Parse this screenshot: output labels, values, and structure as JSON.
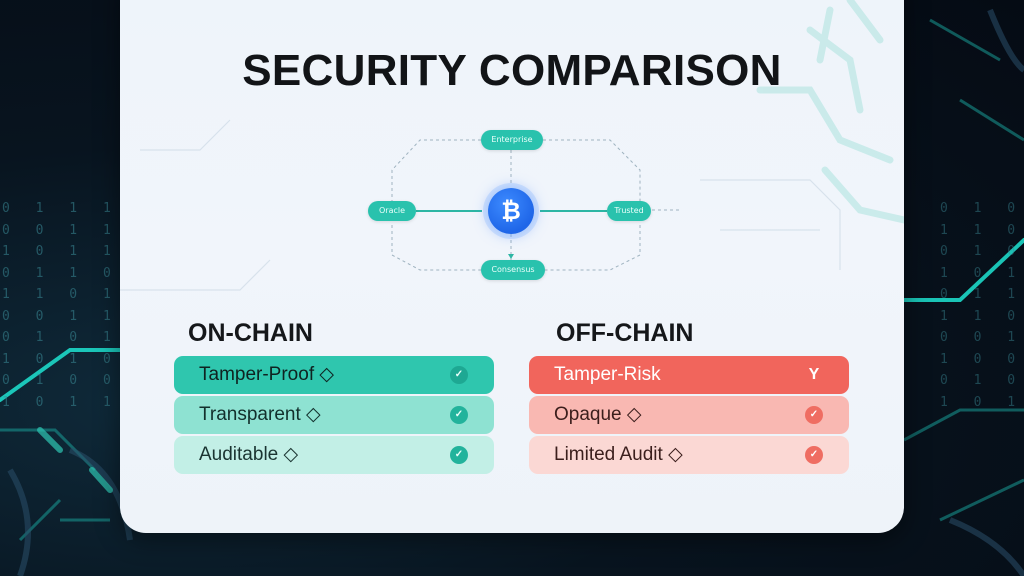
{
  "title": "SECURITY COMPARISON",
  "diagram": {
    "top_node": "Enterprise",
    "left_node": "Oracle",
    "right_node": "Trusted",
    "bottom_node": "Consensus",
    "hub_symbol": "₿"
  },
  "on_chain": {
    "heading": "ON-CHAIN",
    "items": [
      {
        "label": "Tamper-Proof ◇",
        "mark": "✓"
      },
      {
        "label": "Transparent ◇",
        "mark": "✓"
      },
      {
        "label": "Auditable ◇",
        "mark": "✓"
      }
    ]
  },
  "off_chain": {
    "heading": "OFF-CHAIN",
    "items": [
      {
        "label": "Tamper-Risk",
        "mark": "Y"
      },
      {
        "label": "Opaque ◇",
        "mark": "✓"
      },
      {
        "label": "Limited Audit ◇",
        "mark": "✓"
      }
    ]
  },
  "background": {
    "binary_left": "0 1 1 1 0\n0 0 1 1 0\n1 0 1 1 0\n0 1 1 0 0\n1 1 0 1 0\n0 0 1 1 0\n0 1 0 1 0\n1 0 1 0 0\n0 1 0 0 0\n1 0 1 1 0",
    "binary_right": "0 1 0\n1 1 0\n0 1 0\n1 0 1\n0 1 1\n1 1 0\n0 0 1\n1 0 0\n0 1 0\n1 0 1"
  },
  "colors": {
    "on_chain_accent": "#2fc6ae",
    "off_chain_accent": "#f1655c",
    "hub_blue": "#1f66e8",
    "node_teal": "#29c2ad"
  },
  "icons": {
    "hub": "bitcoin-icon",
    "row_mark": "check-circle-icon",
    "off_chain_first_mark": "y-shape-icon"
  }
}
